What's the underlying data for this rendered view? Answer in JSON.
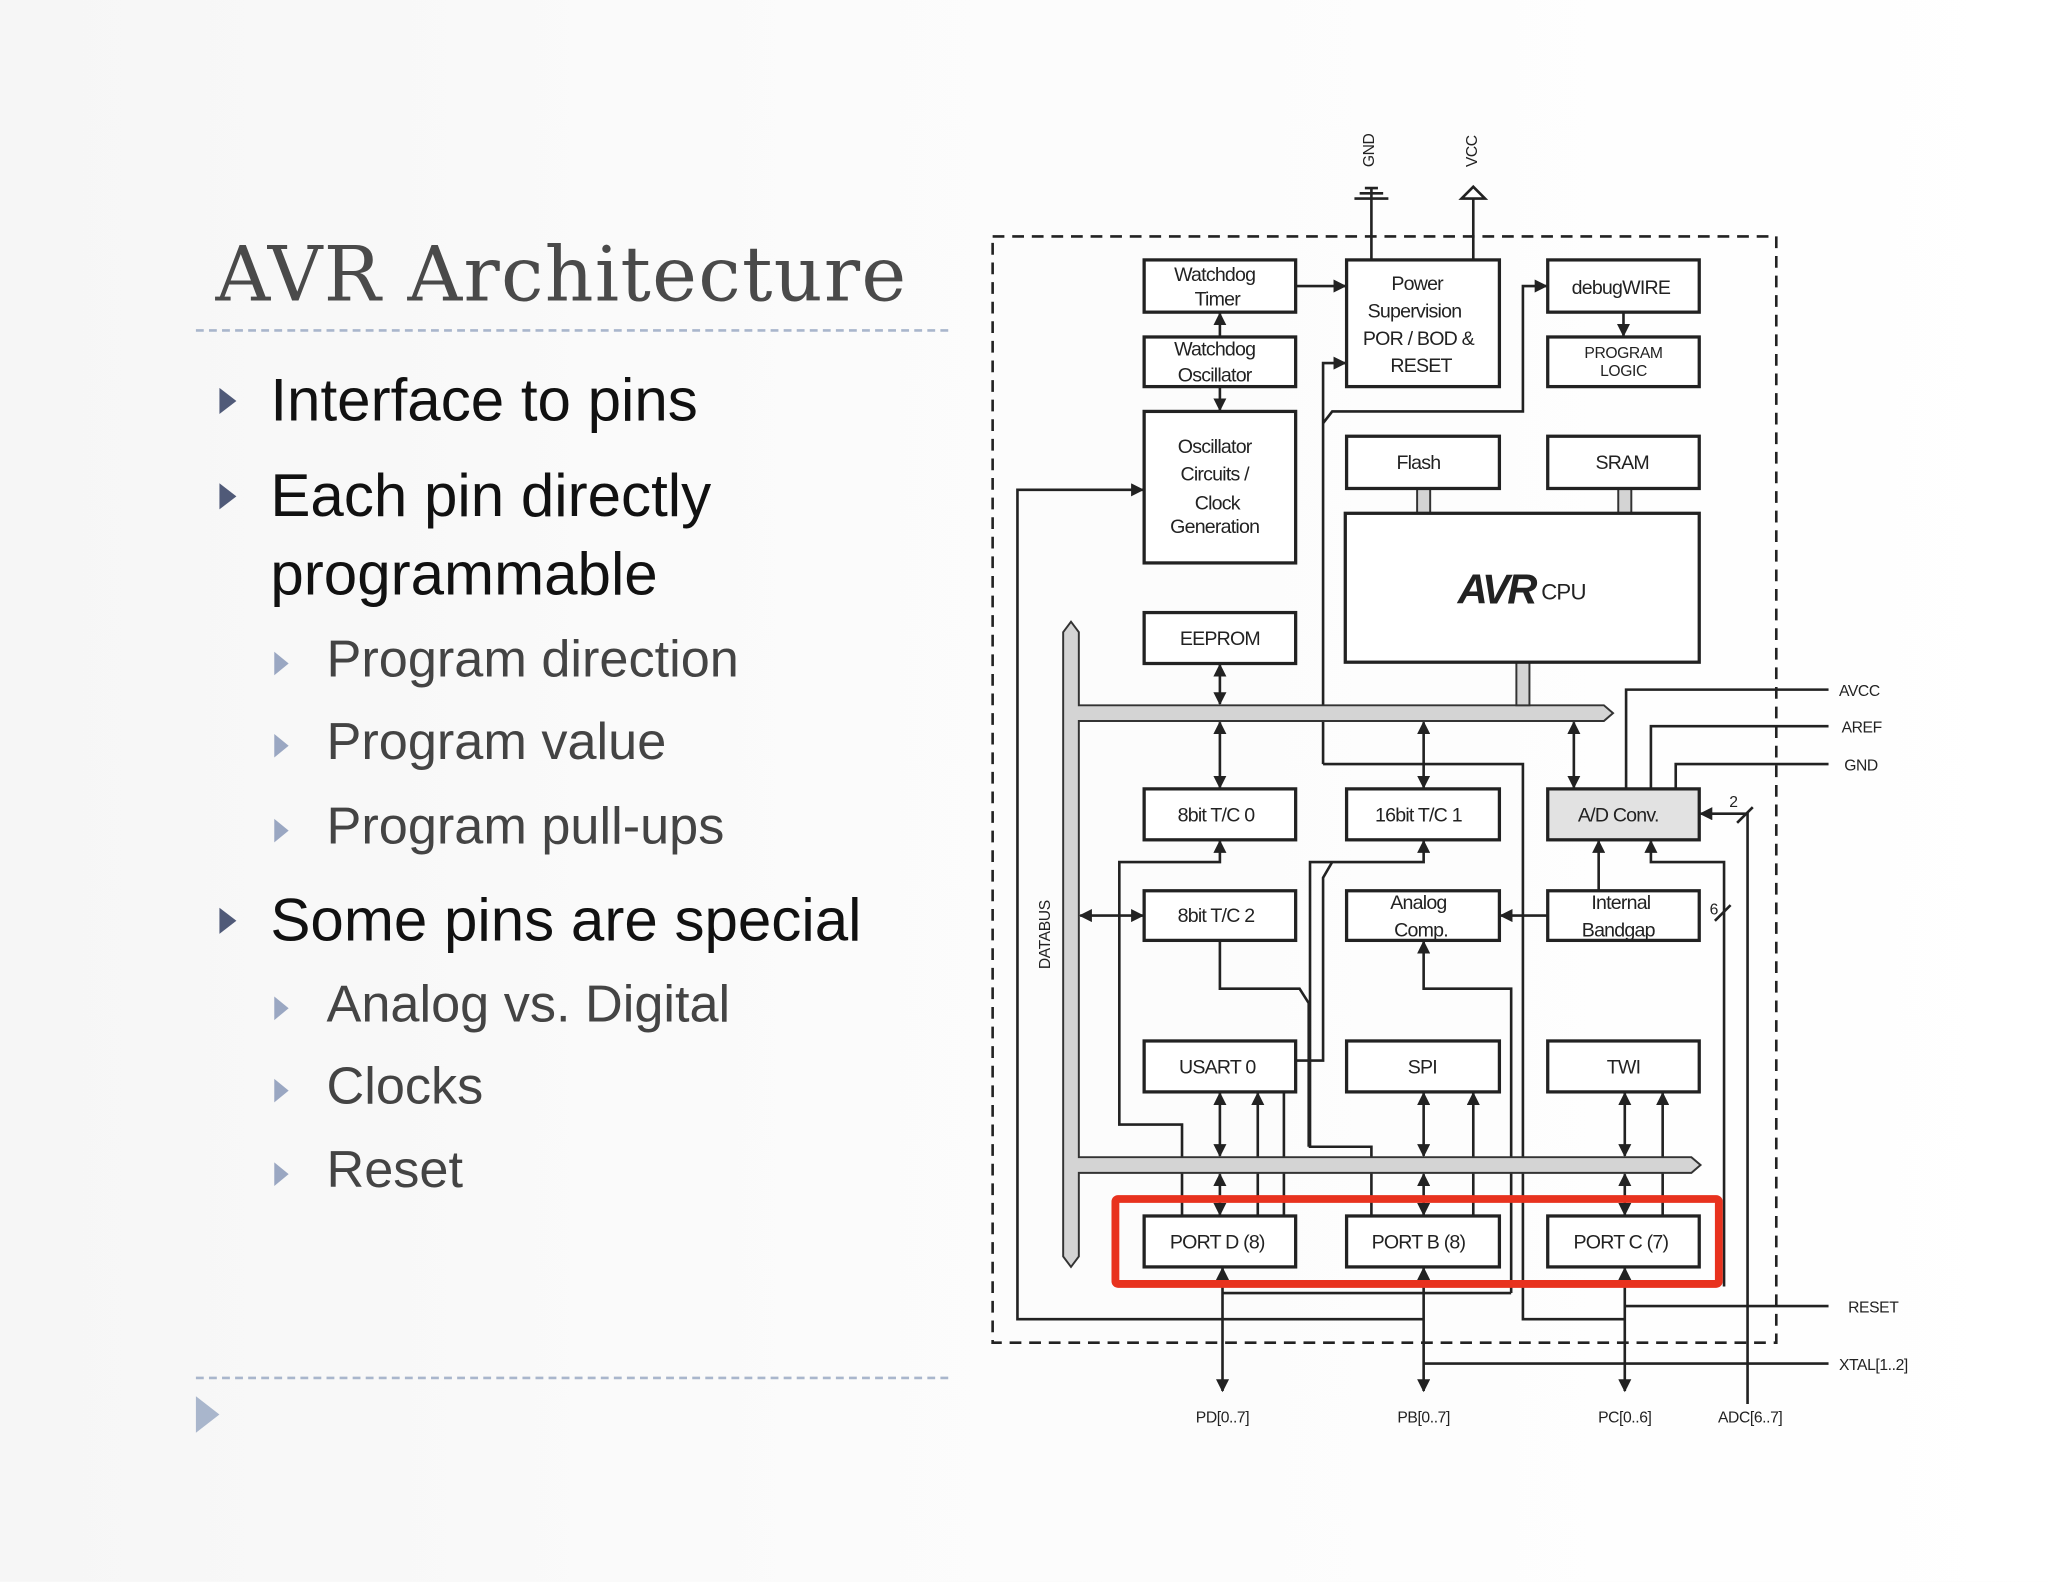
{
  "slide": {
    "title": "AVR Architecture",
    "bullets": [
      {
        "level": 1,
        "text": "Interface to pins"
      },
      {
        "level": 1,
        "text": "Each pin directly",
        "text2": "programmable"
      },
      {
        "level": 2,
        "text": "Program direction"
      },
      {
        "level": 2,
        "text": "Program value"
      },
      {
        "level": 2,
        "text": "Program pull-ups"
      },
      {
        "level": 1,
        "text": "Some pins are special"
      },
      {
        "level": 2,
        "text": "Analog vs. Digital"
      },
      {
        "level": 2,
        "text": "Clocks"
      },
      {
        "level": 2,
        "text": "Reset"
      }
    ]
  },
  "diagram": {
    "top_pins": {
      "gnd": "GND",
      "vcc": "VCC"
    },
    "blocks": {
      "watchdog_timer": [
        "Watchdog",
        "Timer"
      ],
      "watchdog_osc": [
        "Watchdog",
        "Oscillator"
      ],
      "power": [
        "Power",
        "Supervision",
        "POR / BOD &",
        "RESET"
      ],
      "debugwire": "debugWIRE",
      "program_logic": [
        "PROGRAM",
        "LOGIC"
      ],
      "osc": [
        "Oscillator",
        "Circuits /",
        "Clock",
        "Generation"
      ],
      "flash": "Flash",
      "sram": "SRAM",
      "cpu_logo": "AVR",
      "cpu": "CPU",
      "eeprom": "EEPROM",
      "tc0": "8bit T/C 0",
      "tc1": "16bit T/C 1",
      "adc": "A/D Conv.",
      "tc2": "8bit T/C 2",
      "acomp": [
        "Analog",
        "Comp."
      ],
      "bandgap": [
        "Internal",
        "Bandgap"
      ],
      "usart": "USART 0",
      "spi": "SPI",
      "twi": "TWI",
      "portd": "PORT D (8)",
      "portb": "PORT B (8)",
      "portc": "PORT C (7)"
    },
    "databus": "DATABUS",
    "right_pins": {
      "avcc": "AVCC",
      "aref": "AREF",
      "gnd": "GND",
      "reset": "RESET",
      "xtal": "XTAL[1..2]"
    },
    "bottom_pins": {
      "pd": "PD[0..7]",
      "pb": "PB[0..7]",
      "pc": "PC[0..6]",
      "adc": "ADC[6..7]"
    },
    "bus_widths": {
      "adc_in": "2",
      "bandgap_in": "6"
    },
    "highlight_color": "#e8321e"
  }
}
